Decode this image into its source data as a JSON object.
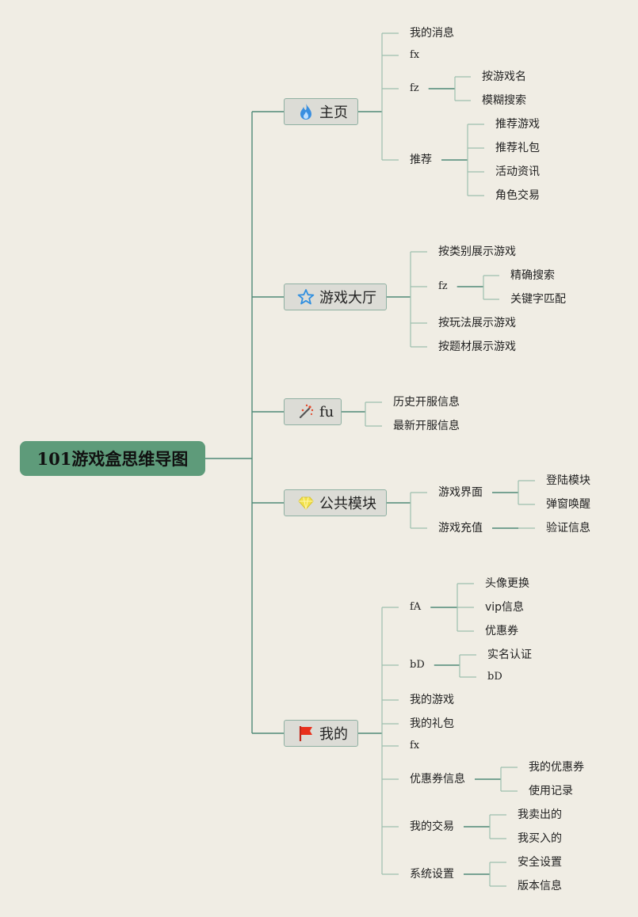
{
  "root": {
    "label": "101游戏盒思维导图"
  },
  "branches": [
    {
      "label": "主页",
      "icon": "flame-icon",
      "children": [
        {
          "label": "我的消息"
        },
        {
          "label": "fx"
        },
        {
          "label": "fz",
          "children": [
            {
              "label": "按游戏名"
            },
            {
              "label": "模糊搜索"
            }
          ]
        },
        {
          "label": "推荐",
          "children": [
            {
              "label": "推荐游戏"
            },
            {
              "label": "推荐礼包"
            },
            {
              "label": "活动资讯"
            },
            {
              "label": "角色交易"
            }
          ]
        }
      ]
    },
    {
      "label": "游戏大厅",
      "icon": "star-icon",
      "children": [
        {
          "label": "按类别展示游戏"
        },
        {
          "label": "fz",
          "children": [
            {
              "label": "精确搜索"
            },
            {
              "label": "关键字匹配"
            }
          ]
        },
        {
          "label": "按玩法展示游戏"
        },
        {
          "label": "按题材展示游戏"
        }
      ]
    },
    {
      "label": "fu",
      "icon": "magic-wand-icon",
      "children": [
        {
          "label": "历史开服信息"
        },
        {
          "label": "最新开服信息"
        }
      ]
    },
    {
      "label": "公共模块",
      "icon": "gem-icon",
      "children": [
        {
          "label": "游戏界面",
          "children": [
            {
              "label": "登陆模块"
            },
            {
              "label": "弹窗唤醒"
            }
          ]
        },
        {
          "label": "游戏充值",
          "children": [
            {
              "label": "验证信息"
            }
          ]
        }
      ]
    },
    {
      "label": "我的",
      "icon": "flag-icon",
      "children": [
        {
          "label": "fA",
          "children": [
            {
              "label": "头像更换"
            },
            {
              "label": "vip信息"
            },
            {
              "label": "优惠券"
            }
          ]
        },
        {
          "label": "bD",
          "children": [
            {
              "label": "实名认证"
            },
            {
              "label": "bD"
            }
          ]
        },
        {
          "label": "我的游戏"
        },
        {
          "label": "我的礼包"
        },
        {
          "label": "fx"
        },
        {
          "label": "优惠券信息",
          "children": [
            {
              "label": "我的优惠券"
            },
            {
              "label": "使用记录"
            }
          ]
        },
        {
          "label": "我的交易",
          "children": [
            {
              "label": "我卖出的"
            },
            {
              "label": "我买入的"
            }
          ]
        },
        {
          "label": "系统设置",
          "children": [
            {
              "label": "安全设置"
            },
            {
              "label": "版本信息"
            }
          ]
        }
      ]
    }
  ],
  "colors": {
    "background": "#f0ede4",
    "root_fill": "#5e9b7a",
    "branch_fill": "#dcdcd6",
    "connector": "#4f8a77",
    "connector_light": "#9dbfae"
  }
}
